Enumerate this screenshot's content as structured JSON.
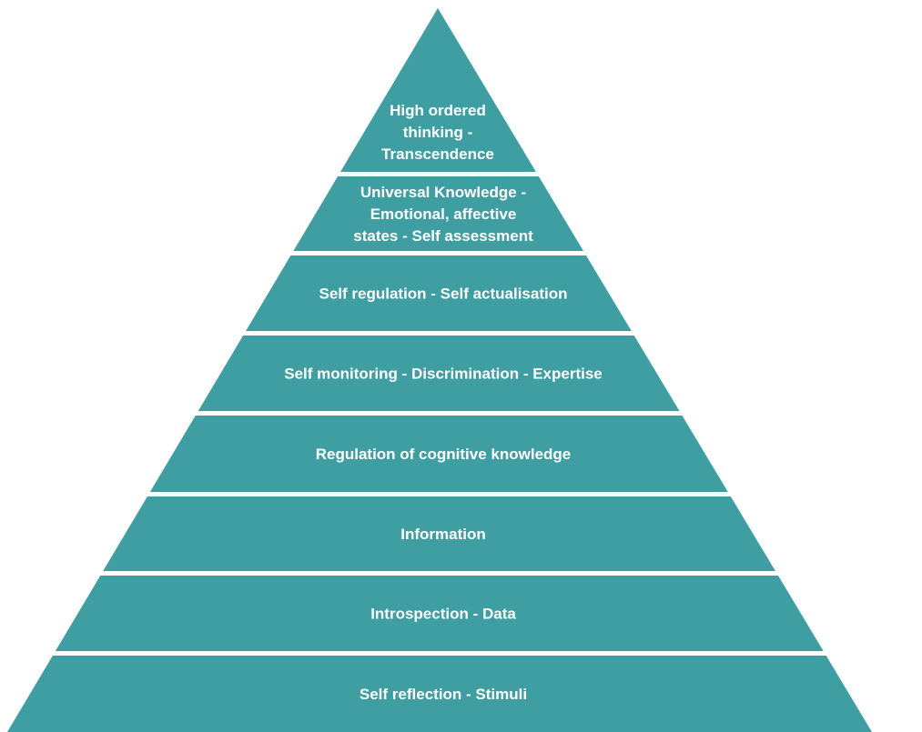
{
  "diagram": {
    "type": "pyramid",
    "fill_color": "#3f9ea2",
    "text_color": "#ffffff",
    "background_color": "#ffffff",
    "tiers": [
      {
        "lines": [
          "High ordered",
          "thinking -",
          "Transcendence"
        ]
      },
      {
        "lines": [
          "Universal Knowledge -",
          "Emotional, affective",
          "states - Self assessment"
        ]
      },
      {
        "lines": [
          "Self regulation - Self actualisation"
        ]
      },
      {
        "lines": [
          "Self monitoring - Discrimination - Expertise"
        ]
      },
      {
        "lines": [
          "Regulation of cognitive knowledge"
        ]
      },
      {
        "lines": [
          "Information"
        ]
      },
      {
        "lines": [
          "Introspection  - Data"
        ]
      },
      {
        "lines": [
          "Self reflection - Stimuli"
        ]
      }
    ]
  }
}
